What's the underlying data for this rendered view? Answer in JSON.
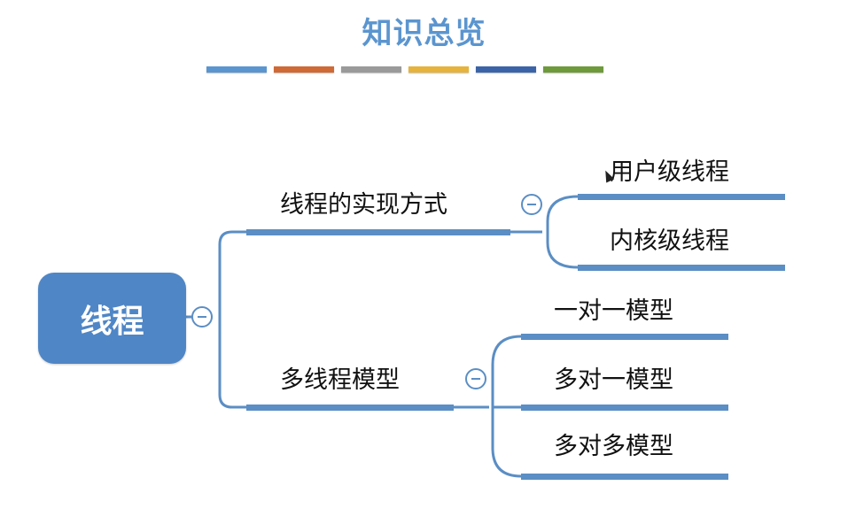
{
  "title": "知识总览",
  "color_bars": [
    "#5b95cf",
    "#cf6a36",
    "#9a9a9a",
    "#e6b33c",
    "#3b64a8",
    "#6e9a3c"
  ],
  "line_color": "#5b8ec4",
  "root": {
    "label": "线程"
  },
  "branches": [
    {
      "label": "线程的实现方式",
      "children": [
        "用户级线程",
        "内核级线程"
      ]
    },
    {
      "label": "多线程模型",
      "children": [
        "一对一模型",
        "多对一模型",
        "多对多模型"
      ]
    }
  ]
}
